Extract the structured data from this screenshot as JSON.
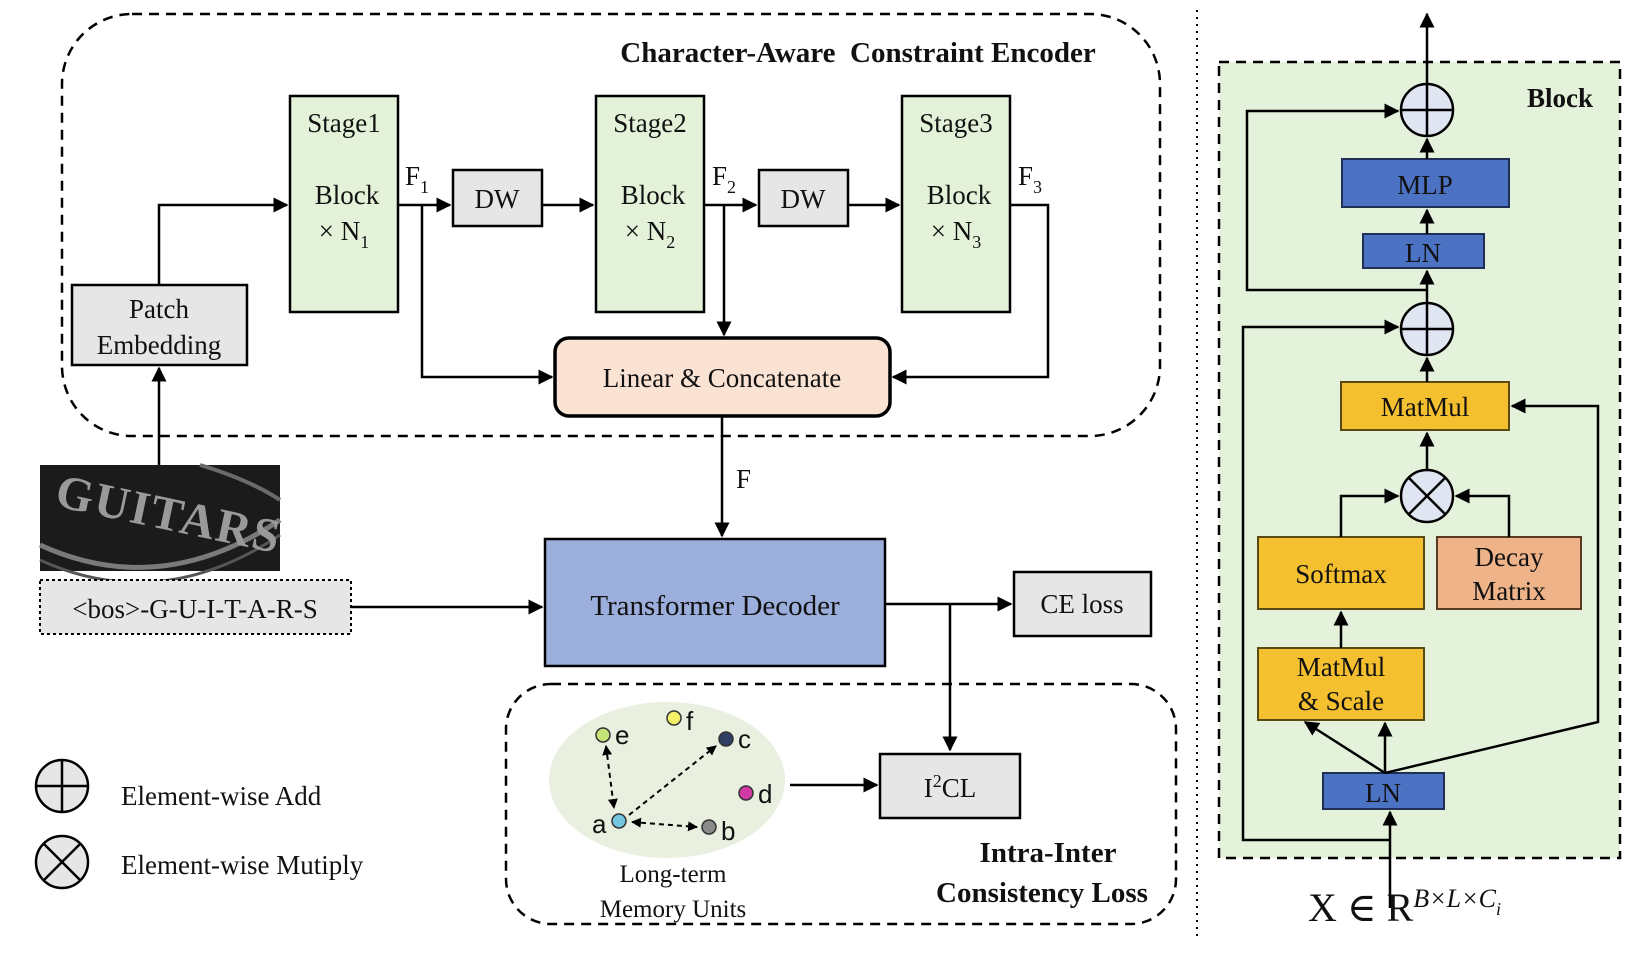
{
  "colors": {
    "stage_fill": "#e3f2d9",
    "gray_box": "#e6e6e6",
    "linear_fill": "#fbe3d3",
    "decoder_fill": "#9caedb",
    "block_panel": "#e4f2dc",
    "blue_box": "#4c72c4",
    "yellow_box": "#f5c02f",
    "decay_fill": "#efb389",
    "memory_ellipse": "#e9f0df",
    "node_colors": {
      "e": "#c6e37a",
      "f": "#f4f06a",
      "c": "#2f3f63",
      "d": "#d13aa5",
      "a": "#74c5e0",
      "b": "#8a8a8a"
    }
  },
  "encoder": {
    "title": "Character-Aware  Constraint Encoder",
    "patch_embedding": [
      "Patch",
      "Embedding"
    ],
    "stages": [
      {
        "name": "Stage1",
        "block": "Block",
        "times": "× N",
        "sub": "1"
      },
      {
        "name": "Stage2",
        "block": "Block",
        "times": "× N",
        "sub": "2"
      },
      {
        "name": "Stage3",
        "block": "Block",
        "times": "× N",
        "sub": "3"
      }
    ],
    "dw_label": "DW",
    "features": [
      {
        "base": "F",
        "sub": "1"
      },
      {
        "base": "F",
        "sub": "2"
      },
      {
        "base": "F",
        "sub": "3"
      }
    ],
    "linear_concat": "Linear & Concatenate",
    "f_label": "F"
  },
  "input_image": {
    "icon": "guitars-word-image"
  },
  "sequence_label": "<bos>-G-U-I-T-A-R-S",
  "decoder": {
    "label": "Transformer Decoder"
  },
  "ce_loss": "CE loss",
  "i2cl": {
    "base": "I",
    "sup": "2",
    "rest": "CL"
  },
  "consistency": {
    "title_line1": "Intra-Inter",
    "title_line2": "Consistency Loss",
    "memory_line1": "Long-term",
    "memory_line2": "Memory Units",
    "nodes": [
      "e",
      "f",
      "c",
      "d",
      "a",
      "b"
    ]
  },
  "legend": [
    {
      "icon": "element-wise-add-icon",
      "label": "Element-wise Add"
    },
    {
      "icon": "element-wise-multiply-icon",
      "label": "Element-wise Mutiply"
    }
  ],
  "block_panel": {
    "title": "Block",
    "mlp": "MLP",
    "ln_top": "LN",
    "matmul": "MatMul",
    "softmax": "Softmax",
    "decay_line1": "Decay",
    "decay_line2": "Matrix",
    "matmul_scale_line1": "MatMul",
    "matmul_scale_line2": "& Scale",
    "ln_bottom": "LN",
    "input_formula": {
      "base": "X ∈ R",
      "sup": "B×L×C",
      "sub": "i"
    }
  }
}
